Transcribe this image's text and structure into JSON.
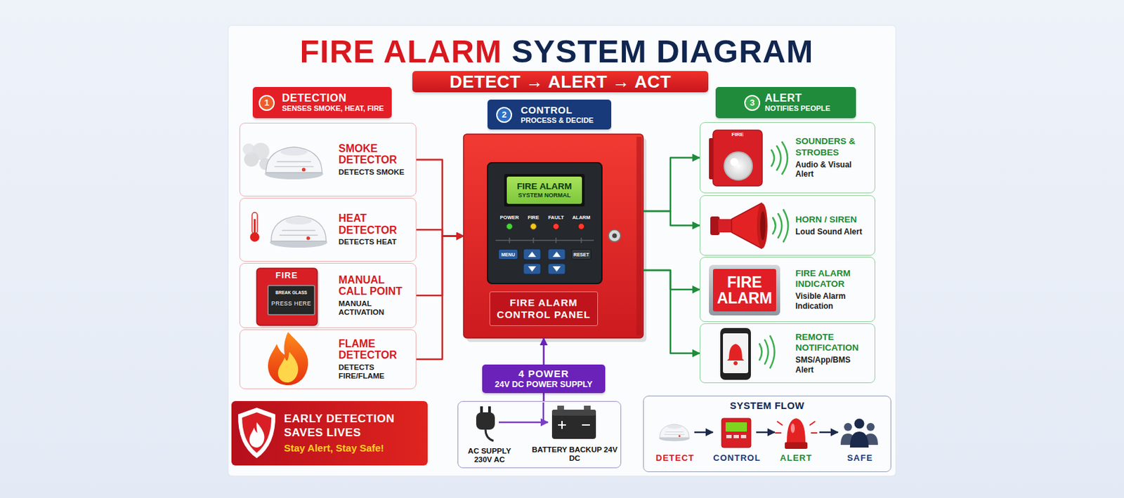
{
  "diagram": {
    "title": "FIRE ALARM SYSTEM DIAGRAM",
    "nodes": [
      {
        "text": [
          "DETECT → ALERT → ACT"
        ]
      },
      {
        "text": [
          "DETECTION",
          "SENSES SMOKE, HEAT, FIRE"
        ]
      },
      {
        "text": [
          "1"
        ],
        "in": 1
      },
      {
        "text": [
          "CONTROL",
          "PROCESS & DECIDE"
        ]
      },
      {
        "text": [
          "2"
        ],
        "in": 3
      },
      {
        "text": [
          "ALERT",
          "NOTIFIES PEOPLE"
        ]
      },
      {
        "text": [
          "3"
        ],
        "in": 5
      },
      {
        "text": [
          "SMOKE DETECTOR",
          "DETECTS SMOKE"
        ]
      },
      {
        "text": [
          "HEAT DETECTOR",
          "DETECTS HEAT"
        ]
      },
      {
        "text": [
          "MANUAL CALL POINT",
          "MANUAL ACTIVATION"
        ]
      },
      {
        "text": [
          "FLAME DETECTOR",
          "DETECTS FIRE/FLAME"
        ]
      },
      {
        "text": [
          "FIRE ALARM CONTROL PANEL"
        ]
      },
      {
        "text": [
          "FIRE ALARM",
          "SYSTEM NORMAL"
        ],
        "in": 11
      },
      {
        "text": [
          "MENU"
        ],
        "in": 11
      },
      {
        "text": [
          "RESET"
        ],
        "in": 11
      },
      {
        "text": [
          "SOUNDERS & STROBES",
          "Audio & Visual Alert"
        ]
      },
      {
        "text": [
          "HORN / SIREN",
          "Loud Sound Alert"
        ]
      },
      {
        "text": [
          "FIRE ALARM INDICATOR",
          "Visible Alarm Indication"
        ]
      },
      {
        "text": [
          "REMOTE NOTIFICATION",
          "SMS/App/BMS Alert"
        ]
      },
      {
        "text": [
          "4 POWER",
          "24V DC POWER SUPPLY"
        ]
      },
      {
        "text": [
          "EARLY DETECTION SAVES LIVES",
          "Stay Alert, Stay Safe!"
        ]
      },
      {
        "text": [
          "AC SUPPLY 230V AC",
          "BATTERY BACKUP 24V DC"
        ]
      },
      {
        "text": [
          "SYSTEM FLOW",
          "DETECT",
          "CONTROL",
          "ALERT",
          "SAFE"
        ]
      }
    ],
    "edges": [
      {
        "from": 7,
        "to": 11,
        "arrow": "to"
      },
      {
        "from": 8,
        "to": 11,
        "arrow": "to"
      },
      {
        "from": 9,
        "to": 11,
        "arrow": "to"
      },
      {
        "from": 10,
        "to": 11,
        "arrow": "to"
      },
      {
        "from": 11,
        "to": 15,
        "arrow": "to"
      },
      {
        "from": 11,
        "to": 16,
        "arrow": "to"
      },
      {
        "from": 11,
        "to": 17,
        "arrow": "to"
      },
      {
        "from": 11,
        "to": 18,
        "arrow": "to"
      },
      {
        "from": 19,
        "to": 11,
        "arrow": "to"
      },
      {
        "from": 21,
        "to": 19,
        "arrow": "none"
      }
    ],
    "labels": [
      "FIRE",
      "BREAK GLASS",
      "PRESS HERE",
      "POWER",
      "FIRE",
      "FAULT",
      "ALARM",
      "FIRE",
      "FIRE ALARM"
    ]
  }
}
